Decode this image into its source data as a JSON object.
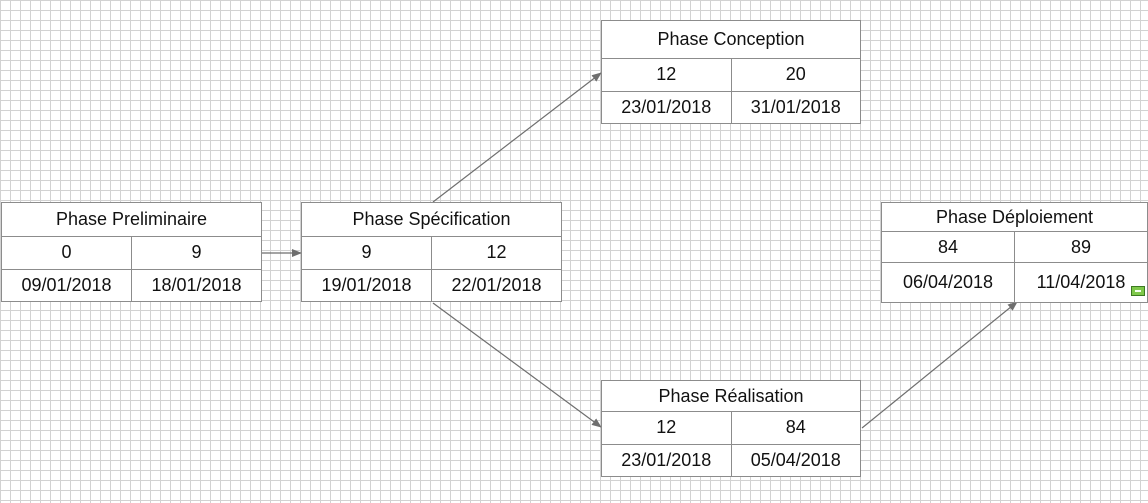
{
  "nodes": [
    {
      "id": "preliminaire",
      "title": "Phase Preliminaire",
      "early_start": "0",
      "early_finish": "9",
      "start_date": "09/01/2018",
      "end_date": "18/01/2018"
    },
    {
      "id": "specification",
      "title": "Phase Spécification",
      "early_start": "9",
      "early_finish": "12",
      "start_date": "19/01/2018",
      "end_date": "22/01/2018"
    },
    {
      "id": "conception",
      "title": "Phase Conception",
      "early_start": "12",
      "early_finish": "20",
      "start_date": "23/01/2018",
      "end_date": "31/01/2018"
    },
    {
      "id": "realisation",
      "title": "Phase Réalisation",
      "early_start": "12",
      "early_finish": "84",
      "start_date": "23/01/2018",
      "end_date": "05/04/2018"
    },
    {
      "id": "deploiement",
      "title": "Phase Déploiement",
      "early_start": "84",
      "early_finish": "89",
      "start_date": "06/04/2018",
      "end_date": "11/04/2018"
    }
  ],
  "edges": [
    {
      "from": "preliminaire",
      "to": "specification"
    },
    {
      "from": "specification",
      "to": "conception"
    },
    {
      "from": "specification",
      "to": "realisation"
    },
    {
      "from": "realisation",
      "to": "deploiement"
    }
  ],
  "colors": {
    "grid": "#d2d2d2",
    "border": "#8c8c8c",
    "arrow": "#6e6e6e",
    "marker": "#7ec84a"
  }
}
